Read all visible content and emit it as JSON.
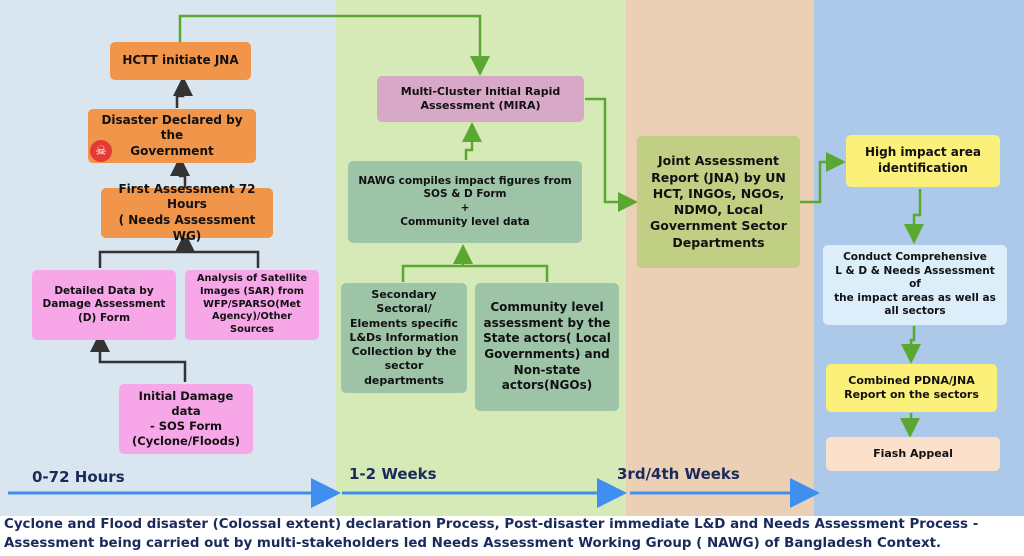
{
  "phases": {
    "p1": "0-72 Hours",
    "p2": "1-2 Weeks",
    "p3": "3rd/4th  Weeks"
  },
  "boxes": {
    "hctt": "HCTT initiate JNA",
    "disaster": "Disaster Declared by the\nGovernment",
    "first_assessment": "First Assessment 72 Hours\n( Needs Assessment WG)",
    "detailed_data": "Detailed Data by\nDamage Assessment\n(D) Form",
    "satellite": "Analysis of Satellite\nImages (SAR) from\nWFP/SPARSO(Met\nAgency)/Other Sources",
    "initial_damage": "Initial Damage data\n- SOS Form\n(Cyclone/Floods)",
    "mira": "Multi-Cluster Initial Rapid\nAssessment (MIRA)",
    "nawg": "NAWG compiles impact figures from\nSOS & D Form\n+\nCommunity level data",
    "secondary": "Secondary\nSectoral/\nElements specific\nL&Ds Information\nCollection by the\nsector departments",
    "community": "Community level\nassessment by the\nState actors( Local\nGovernments) and\nNon-state\nactors(NGOs)",
    "jna": "Joint Assessment\nReport (JNA) by UN\nHCT, INGOs, NGOs,\nNDMO, Local\nGovernment Sector\nDepartments",
    "high_impact": "High impact area\nidentification",
    "comprehensive": "Conduct Comprehensive\nL & D & Needs Assessment of\nthe impact areas as well as\nall sectors",
    "pdna": "Combined PDNA/JNA\nReport on the sectors",
    "flash": "Fiash Appeal"
  },
  "caption": {
    "line1": "Cyclone and Flood disaster (Colossal extent) declaration Process, Post-disaster immediate L&D and Needs Assessment Process -",
    "line2": "Assessment being carried out by multi-stakeholders led Needs Assessment Working Group ( NAWG) of Bangladesh Context."
  },
  "icons": {
    "alert": "skull-alert-icon"
  },
  "colors": {
    "col1_bg": "#d9e5ef",
    "col2_bg": "#d6eab8",
    "col3_bg": "#ecd0b5",
    "col4_bg": "#adc9e9",
    "orange": "#f0954a",
    "pink": "#f7a6e8",
    "mauve": "#d8a9c6",
    "green_box": "#9ec4a8",
    "olive": "#c0cf84",
    "yellow": "#fbf07a",
    "light_blue": "#ddeefb",
    "peach": "#fbe0cc",
    "arrow_green": "#5aa832",
    "arrow_blue": "#3f8ff0",
    "arrow_dark": "#333333"
  }
}
